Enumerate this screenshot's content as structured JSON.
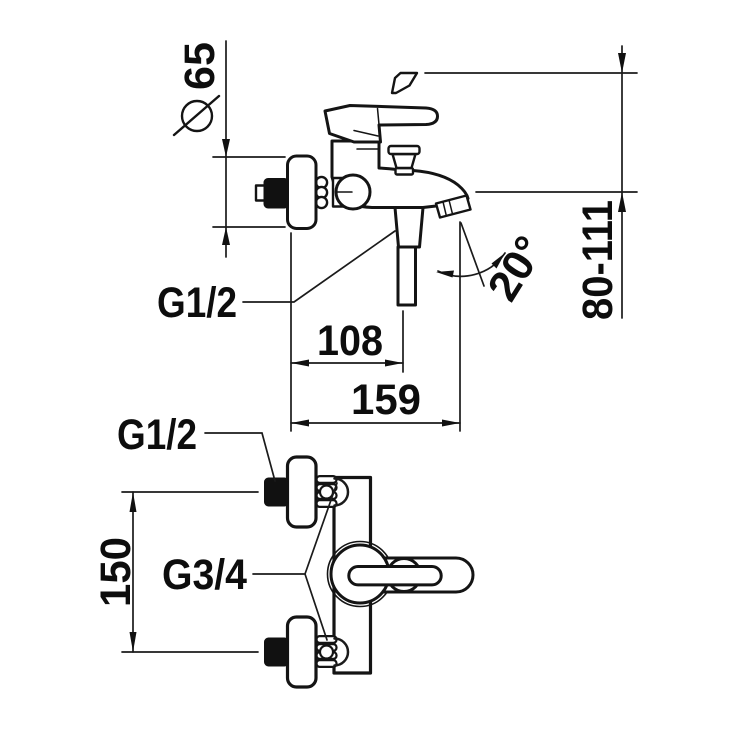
{
  "drawing": {
    "kind": "faucet-technical-dimension-drawing",
    "colors": {
      "line": "#141414",
      "background": "#ffffff"
    },
    "views": {
      "front": {
        "flange_diameter": "65",
        "spout_projection": "108",
        "total_projection": "159",
        "height_range": "80-111",
        "spout_angle": "20°",
        "shower_outlet_thread": "G1/2"
      },
      "plan": {
        "inlet_thread": "G1/2",
        "union_thread": "G3/4",
        "connection_spacing": "150"
      }
    }
  }
}
